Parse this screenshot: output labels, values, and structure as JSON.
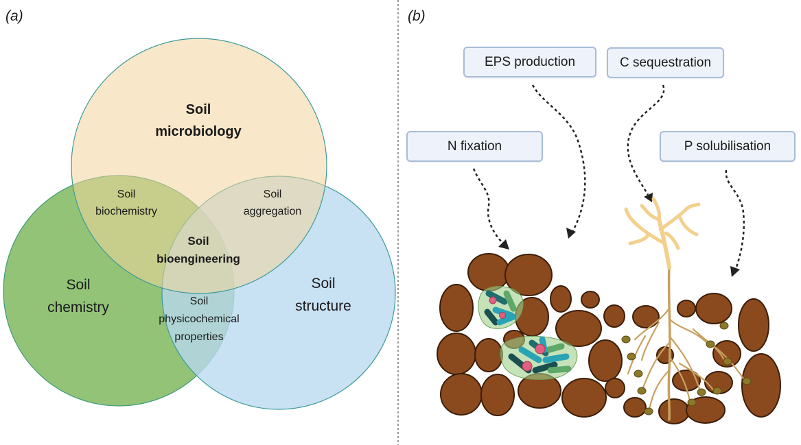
{
  "panels": {
    "a": "(a)",
    "b": "(b)"
  },
  "venn": {
    "top_line1": "Soil",
    "top_line2": "microbiology",
    "left_line1": "Soil",
    "left_line2": "chemistry",
    "right_line1": "Soil",
    "right_line2": "structure",
    "tl_line1": "Soil",
    "tl_line2": "biochemistry",
    "tr_line1": "Soil",
    "tr_line2": "aggregation",
    "bottom_line1": "Soil",
    "bottom_line2": "physicochemical",
    "bottom_line3": "properties",
    "center_line1": "Soil",
    "center_line2": "bioengineering"
  },
  "processes": {
    "eps": "EPS production",
    "c_seq": "C sequestration",
    "n_fix": "N fixation",
    "p_sol": "P solubilisation"
  },
  "colors": {
    "microbiology": "#f3d59c",
    "chemistry": "#7fb95f",
    "structure": "#b9d9f0",
    "soil": "#8b4a1e",
    "root": "#f3d08c",
    "box_fill": "#eef3fb",
    "box_border": "#a8bcd8"
  }
}
